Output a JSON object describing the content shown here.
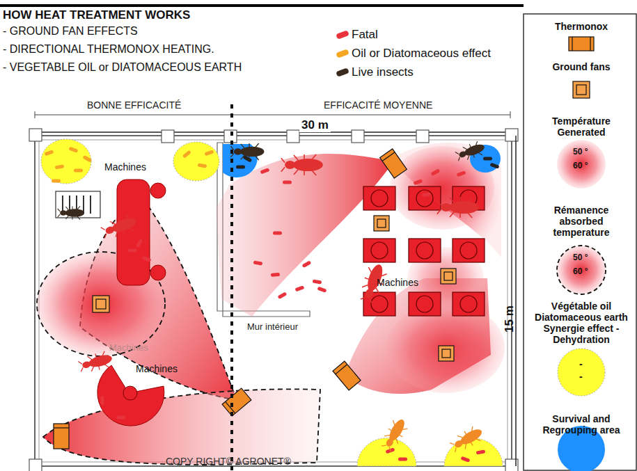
{
  "diagram": {
    "title": "HOW HEAT TREATMENT WORKS",
    "labels": [
      "- GROUND FAN EFFECTS",
      "- DIRECTIONAL THERMONOX HEATING.",
      "- VEGETABLE OIL or DIATOMACEOUS EARTH",
      "BONNE EFFICACITÉ",
      "EFFICACITÉ MOYENNE",
      "30 m",
      "Machines",
      "Machines",
      "Mur intérieur",
      "Machines",
      "Machines",
      "15 m",
      "COPY RIGHT© AGRONET®",
      "50 °",
      "60 °",
      "50 °",
      "60 °",
      "-",
      "-"
    ],
    "legend": [
      {
        "text": "Fatal",
        "color": "#e8323c"
      },
      {
        "text": "Oil or Diatomaceous effect",
        "color": "#f5a623"
      },
      {
        "text": "Live insects",
        "color": "#3a2a1e"
      },
      {
        "text": "Thermonox"
      },
      {
        "text": "Ground fans"
      },
      {
        "text": "Température Generated"
      },
      {
        "text": "Rémanence absorbed temperature"
      },
      {
        "text": "Végétable oil Diatomaceous earth Synergie effect - Dehydration",
        "color": "#ffff33"
      },
      {
        "text": "Survival and Regrouping area",
        "color": "#1e90ff"
      }
    ]
  }
}
